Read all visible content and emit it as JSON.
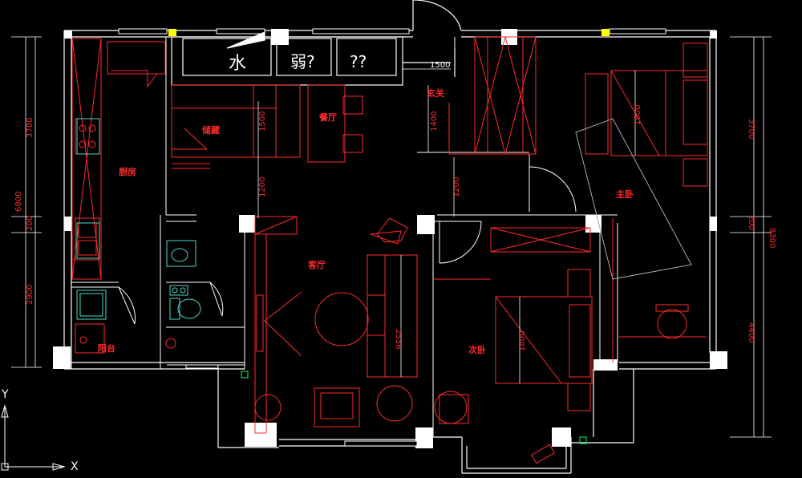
{
  "colors": {
    "background": "#000000",
    "wall_line": "#ffffff",
    "furniture": "#ff2a2a",
    "dimension": "#ffffff",
    "label": "#ff2a2a",
    "marker_yellow": "#ffff00",
    "marker_green": "#00ff66"
  },
  "cabinet_labels": {
    "water": "水",
    "weak_current": "弱?",
    "unknown": "??"
  },
  "rooms": {
    "storage": "储藏",
    "dining": "餐厅",
    "entrance": "玄关",
    "kitchen": "厨房",
    "living": "客厅",
    "master_bedroom": "主卧",
    "second_bedroom": "次卧",
    "balcony": "阳台"
  },
  "dimensions": {
    "top_1500": "1500",
    "storage_1500": "1500",
    "entrance_1400": "1400",
    "master_bed_1800": "1800",
    "corridor_1200_left": "1200",
    "corridor_1200_right": "1200",
    "sofa_2556": "2556",
    "second_bed_1800": "1800",
    "left_3700": "3700",
    "left_6800": "6800",
    "left_200": "200",
    "left_2900": "2900",
    "right_3700": "3700",
    "right_200": "200",
    "right_8300": "8300",
    "right_4400": "4400"
  },
  "axes": {
    "y_label": "Y",
    "x_label": "X"
  }
}
